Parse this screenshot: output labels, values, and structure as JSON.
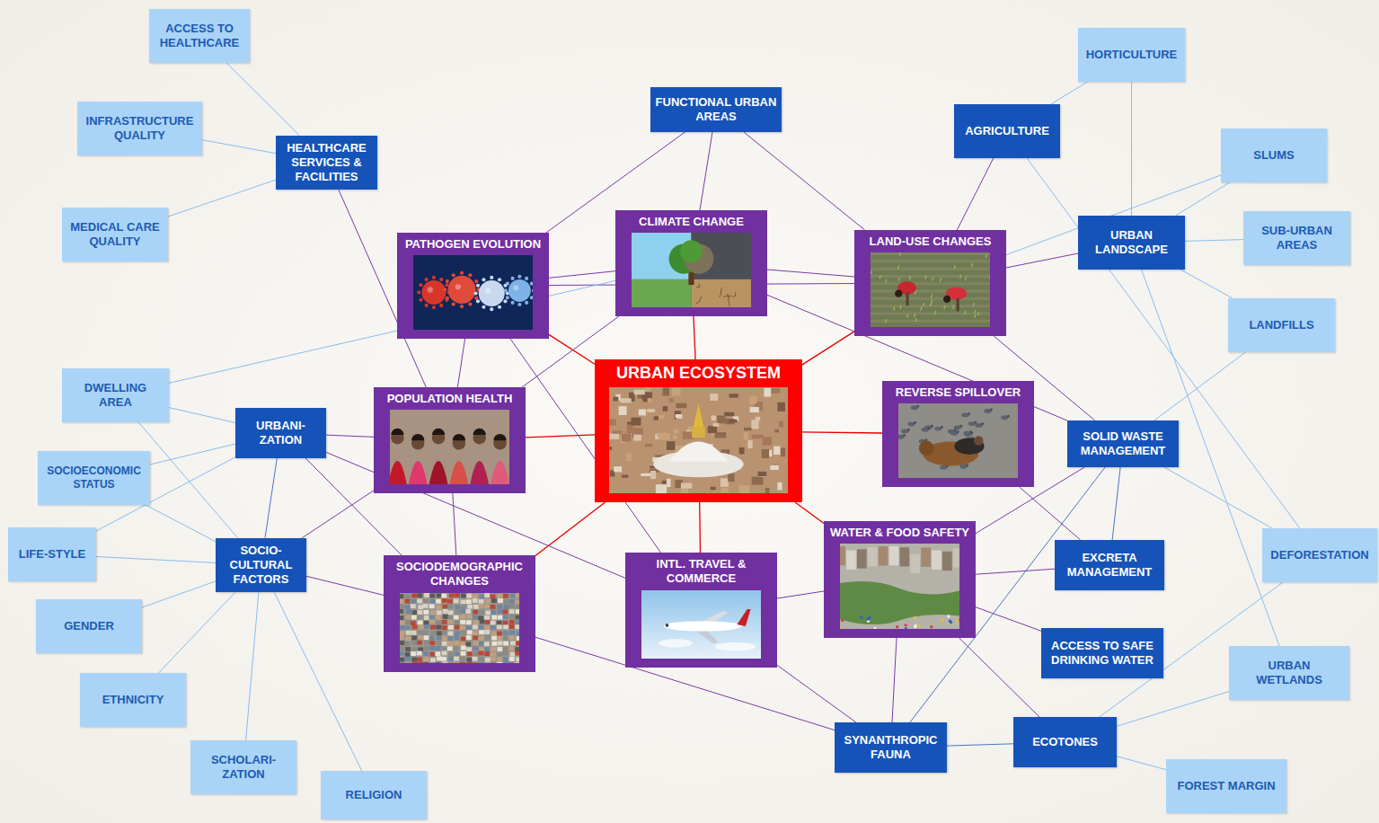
{
  "diagram": {
    "nodes": [
      {
        "text": [
          "ACCESS TO HEALTHCARE"
        ]
      },
      {
        "text": [
          "INFRASTRUCTURE QUALITY"
        ]
      },
      {
        "text": [
          "MEDICAL CARE QUALITY"
        ]
      },
      {
        "text": [
          "HEALTHCARE SERVICES & FACILITIES"
        ]
      },
      {
        "text": [
          "FUNCTIONAL URBAN AREAS"
        ]
      },
      {
        "text": [
          "HORTICULTURE"
        ]
      },
      {
        "text": [
          "AGRICULTURE"
        ]
      },
      {
        "text": [
          "SLUMS"
        ]
      },
      {
        "text": [
          "URBAN LANDSCAPE"
        ]
      },
      {
        "text": [
          "SUB-URBAN AREAS"
        ]
      },
      {
        "text": [
          "CLIMATE CHANGE"
        ]
      },
      {
        "text": [
          "PATHOGEN EVOLUTION"
        ]
      },
      {
        "text": [
          "LAND-USE CHANGES"
        ]
      },
      {
        "text": [
          "LANDFILLS"
        ]
      },
      {
        "text": [
          "URBAN ECOSYSTEM"
        ]
      },
      {
        "text": [
          "DWELLING AREA"
        ]
      },
      {
        "text": [
          "POPULATION HEALTH"
        ]
      },
      {
        "text": [
          "REVERSE SPILLOVER"
        ]
      },
      {
        "text": [
          "URBANI- ZATION"
        ]
      },
      {
        "text": [
          "SOLID WASTE MANAGEMENT"
        ]
      },
      {
        "text": [
          "SOCIOECONOMIC STATUS"
        ]
      },
      {
        "text": [
          "WATER & FOOD SAFETY"
        ]
      },
      {
        "text": [
          "LIFE-STYLE"
        ]
      },
      {
        "text": [
          "SOCIO- CULTURAL FACTORS"
        ]
      },
      {
        "text": [
          "DEFORESTATION"
        ]
      },
      {
        "text": [
          "EXCRETA MANAGEMENT"
        ]
      },
      {
        "text": [
          "INTL. TRAVEL & COMMERCE"
        ]
      },
      {
        "text": [
          "SOCIODEMOGRAPHIC CHANGES"
        ]
      },
      {
        "text": [
          "GENDER"
        ]
      },
      {
        "text": [
          "ACCESS TO SAFE DRINKING WATER"
        ]
      },
      {
        "text": [
          "URBAN WETLANDS"
        ]
      },
      {
        "text": [
          "ETHNICITY"
        ]
      },
      {
        "text": [
          "ECOTONES"
        ]
      },
      {
        "text": [
          "SYNANTHROPIC FAUNA"
        ]
      },
      {
        "text": [
          "SCHOLARI- ZATION"
        ]
      },
      {
        "text": [
          "FOREST MARGIN"
        ]
      },
      {
        "text": [
          "RELIGION"
        ]
      }
    ],
    "edges": [
      {
        "from": 14,
        "to": 11,
        "arrow": "none"
      },
      {
        "from": 14,
        "to": 10,
        "arrow": "none"
      },
      {
        "from": 14,
        "to": 12,
        "arrow": "none"
      },
      {
        "from": 14,
        "to": 16,
        "arrow": "none"
      },
      {
        "from": 14,
        "to": 17,
        "arrow": "none"
      },
      {
        "from": 14,
        "to": 27,
        "arrow": "none"
      },
      {
        "from": 14,
        "to": 26,
        "arrow": "none"
      },
      {
        "from": 14,
        "to": 21,
        "arrow": "none"
      },
      {
        "from": 0,
        "to": 3,
        "arrow": "none"
      },
      {
        "from": 1,
        "to": 3,
        "arrow": "none"
      },
      {
        "from": 2,
        "to": 3,
        "arrow": "none"
      },
      {
        "from": 3,
        "to": 16,
        "arrow": "none"
      },
      {
        "from": 4,
        "to": 11,
        "arrow": "none"
      },
      {
        "from": 4,
        "to": 10,
        "arrow": "none"
      },
      {
        "from": 4,
        "to": 12,
        "arrow": "none"
      },
      {
        "from": 6,
        "to": 12,
        "arrow": "none"
      },
      {
        "from": 5,
        "to": 6,
        "arrow": "none"
      },
      {
        "from": 5,
        "to": 8,
        "arrow": "none"
      },
      {
        "from": 6,
        "to": 24,
        "arrow": "none"
      },
      {
        "from": 7,
        "to": 8,
        "arrow": "none"
      },
      {
        "from": 9,
        "to": 8,
        "arrow": "none"
      },
      {
        "from": 13,
        "to": 8,
        "arrow": "none"
      },
      {
        "from": 7,
        "to": 12,
        "arrow": "none"
      },
      {
        "from": 8,
        "to": 12,
        "arrow": "none"
      },
      {
        "from": 8,
        "to": 30,
        "arrow": "none"
      },
      {
        "from": 13,
        "to": 19,
        "arrow": "none"
      },
      {
        "from": 12,
        "to": 19,
        "arrow": "none"
      },
      {
        "from": 10,
        "to": 12,
        "arrow": "none"
      },
      {
        "from": 10,
        "to": 11,
        "arrow": "none"
      },
      {
        "from": 11,
        "to": 12,
        "arrow": "none"
      },
      {
        "from": 11,
        "to": 26,
        "arrow": "none"
      },
      {
        "from": 11,
        "to": 16,
        "arrow": "none"
      },
      {
        "from": 15,
        "to": 10,
        "arrow": "none"
      },
      {
        "from": 10,
        "to": 16,
        "arrow": "none"
      },
      {
        "from": 10,
        "to": 19,
        "arrow": "none"
      },
      {
        "from": 18,
        "to": 15,
        "arrow": "none"
      },
      {
        "from": 18,
        "to": 20,
        "arrow": "none"
      },
      {
        "from": 18,
        "to": 22,
        "arrow": "none"
      },
      {
        "from": 18,
        "to": 16,
        "arrow": "none"
      },
      {
        "from": 18,
        "to": 27,
        "arrow": "none"
      },
      {
        "from": 18,
        "to": 26,
        "arrow": "none"
      },
      {
        "from": 23,
        "to": 15,
        "arrow": "none"
      },
      {
        "from": 23,
        "to": 20,
        "arrow": "none"
      },
      {
        "from": 23,
        "to": 22,
        "arrow": "none"
      },
      {
        "from": 23,
        "to": 28,
        "arrow": "none"
      },
      {
        "from": 23,
        "to": 31,
        "arrow": "none"
      },
      {
        "from": 23,
        "to": 34,
        "arrow": "none"
      },
      {
        "from": 23,
        "to": 36,
        "arrow": "none"
      },
      {
        "from": 23,
        "to": 16,
        "arrow": "none"
      },
      {
        "from": 23,
        "to": 27,
        "arrow": "none"
      },
      {
        "from": 23,
        "to": 18,
        "arrow": "none"
      },
      {
        "from": 16,
        "to": 27,
        "arrow": "none"
      },
      {
        "from": 27,
        "to": 33,
        "arrow": "none"
      },
      {
        "from": 26,
        "to": 33,
        "arrow": "none"
      },
      {
        "from": 26,
        "to": 21,
        "arrow": "none"
      },
      {
        "from": 21,
        "to": 25,
        "arrow": "none"
      },
      {
        "from": 21,
        "to": 29,
        "arrow": "none"
      },
      {
        "from": 21,
        "to": 33,
        "arrow": "none"
      },
      {
        "from": 21,
        "to": 32,
        "arrow": "none"
      },
      {
        "from": 21,
        "to": 19,
        "arrow": "none"
      },
      {
        "from": 17,
        "to": 25,
        "arrow": "none"
      },
      {
        "from": 19,
        "to": 25,
        "arrow": "none"
      },
      {
        "from": 19,
        "to": 24,
        "arrow": "none"
      },
      {
        "from": 19,
        "to": 33,
        "arrow": "none"
      },
      {
        "from": 33,
        "to": 32,
        "arrow": "none"
      },
      {
        "from": 32,
        "to": 24,
        "arrow": "none"
      },
      {
        "from": 32,
        "to": 30,
        "arrow": "none"
      },
      {
        "from": 32,
        "to": 35,
        "arrow": "none"
      }
    ]
  }
}
